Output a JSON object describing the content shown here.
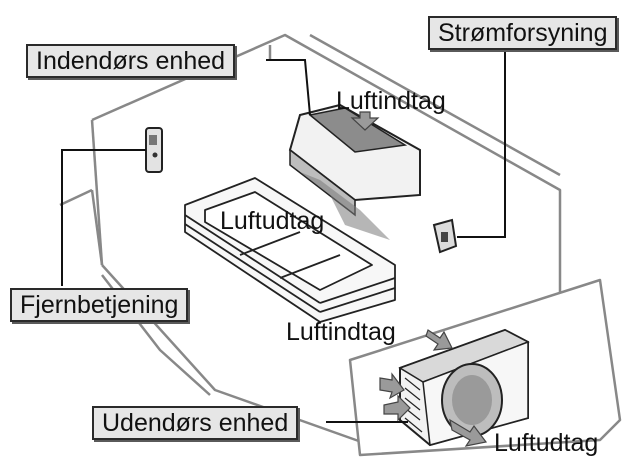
{
  "labels": {
    "indoor_unit": "Indendørs enhed",
    "power_supply": "Strømforsyning",
    "remote_control": "Fjernbetjening",
    "outdoor_unit": "Udendørs enhed"
  },
  "annotations": {
    "air_inlet_indoor": "Luftindtag",
    "air_outlet_indoor": "Luftudtag",
    "air_inlet_outdoor": "Luftindtag",
    "air_outlet_outdoor": "Luftudtag"
  }
}
